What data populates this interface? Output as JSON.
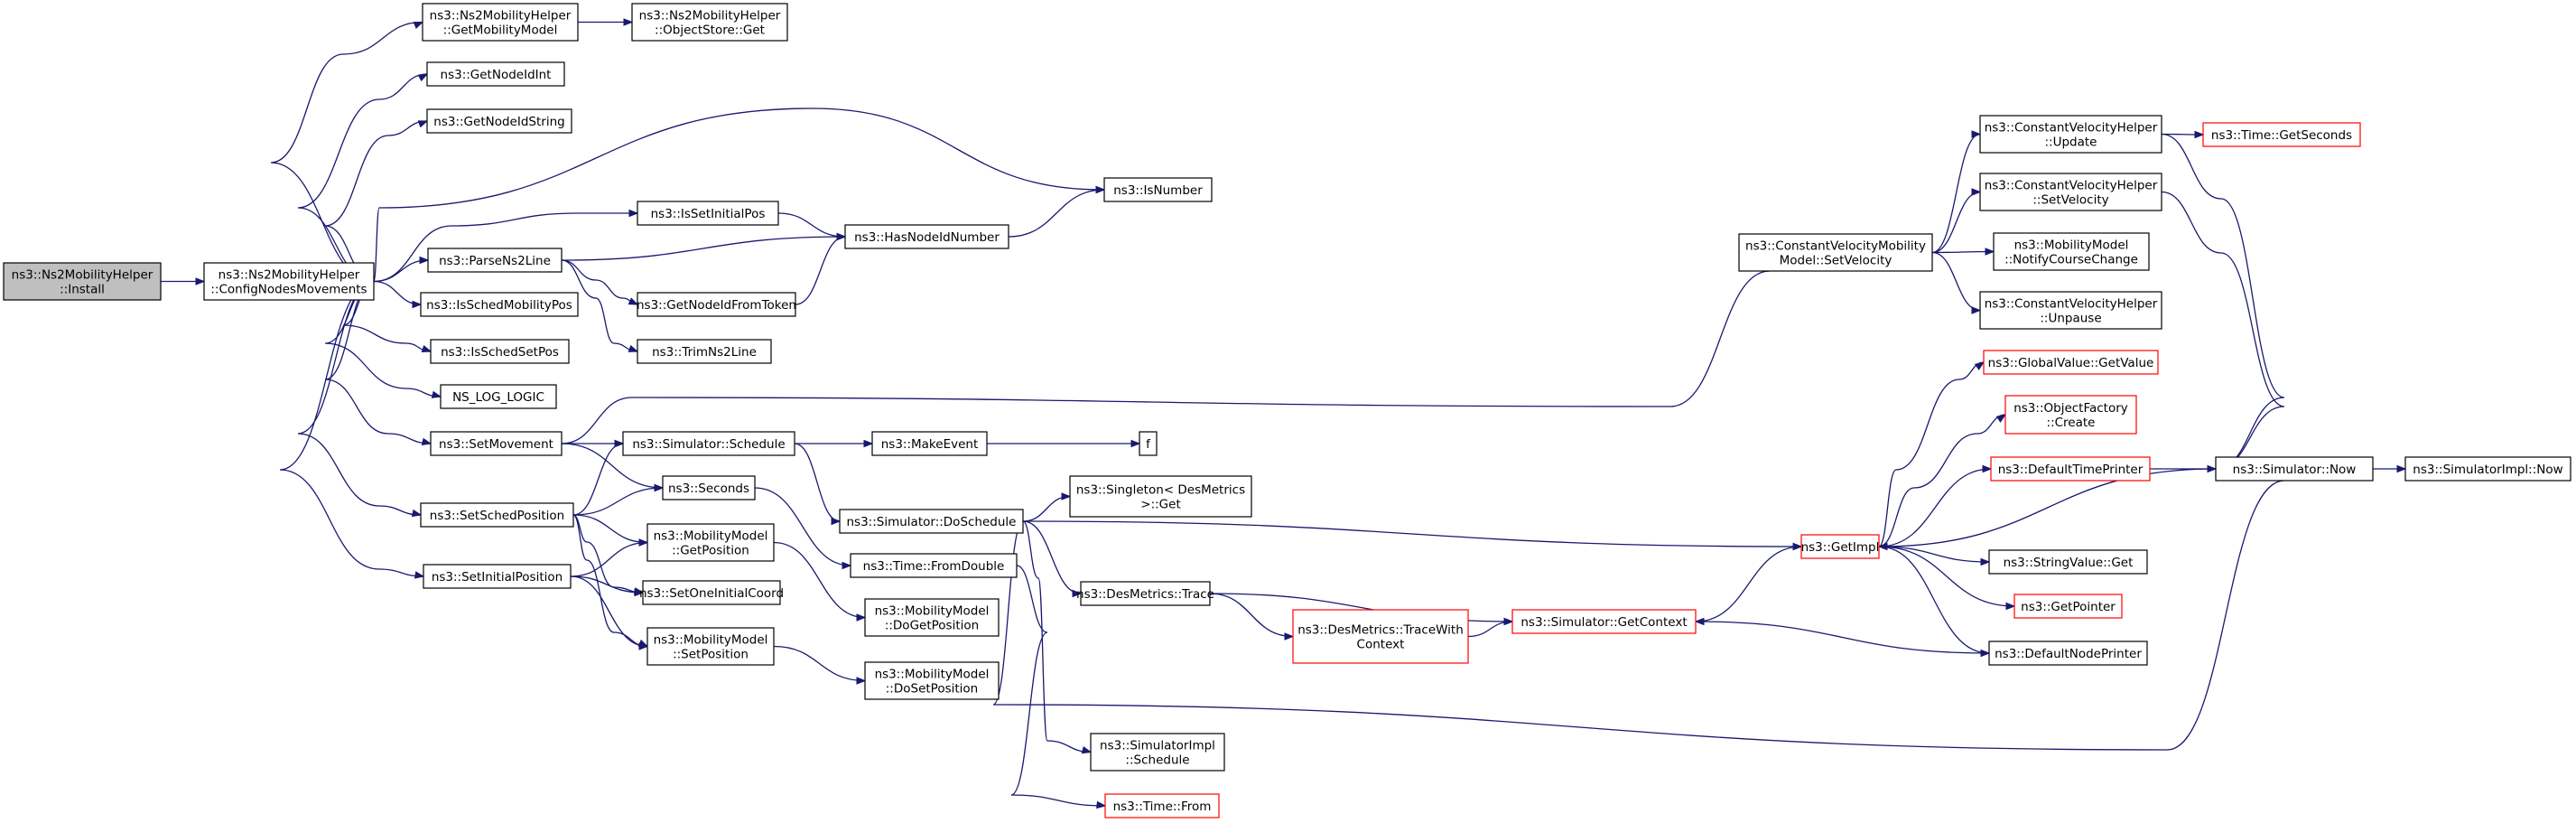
{
  "nodes": [
    {
      "id": "install",
      "lines": [
        "ns3::Ns2MobilityHelper",
        "::Install"
      ],
      "kind": "root"
    },
    {
      "id": "config",
      "lines": [
        "ns3::Ns2MobilityHelper",
        "::ConfigNodesMovements"
      ],
      "kind": "normal"
    },
    {
      "id": "getmob",
      "lines": [
        "ns3::Ns2MobilityHelper",
        "::GetMobilityModel"
      ],
      "kind": "normal"
    },
    {
      "id": "objstore",
      "lines": [
        "ns3::Ns2MobilityHelper",
        "::ObjectStore::Get"
      ],
      "kind": "normal"
    },
    {
      "id": "nodeidint",
      "lines": [
        "ns3::GetNodeIdInt"
      ],
      "kind": "normal"
    },
    {
      "id": "nodeidstr",
      "lines": [
        "ns3::GetNodeIdString"
      ],
      "kind": "normal"
    },
    {
      "id": "isnumber",
      "lines": [
        "ns3::IsNumber"
      ],
      "kind": "normal"
    },
    {
      "id": "issetinit",
      "lines": [
        "ns3::IsSetInitialPos"
      ],
      "kind": "normal"
    },
    {
      "id": "hasnodeid",
      "lines": [
        "ns3::HasNodeIdNumber"
      ],
      "kind": "normal"
    },
    {
      "id": "parse",
      "lines": [
        "ns3::ParseNs2Line"
      ],
      "kind": "normal"
    },
    {
      "id": "getnodetok",
      "lines": [
        "ns3::GetNodeIdFromToken"
      ],
      "kind": "normal"
    },
    {
      "id": "trim",
      "lines": [
        "ns3::TrimNs2Line"
      ],
      "kind": "normal"
    },
    {
      "id": "isschedmob",
      "lines": [
        "ns3::IsSchedMobilityPos"
      ],
      "kind": "normal"
    },
    {
      "id": "isschedset",
      "lines": [
        "ns3::IsSchedSetPos"
      ],
      "kind": "normal"
    },
    {
      "id": "nslog",
      "lines": [
        "NS_LOG_LOGIC"
      ],
      "kind": "normal"
    },
    {
      "id": "setmove",
      "lines": [
        "ns3::SetMovement"
      ],
      "kind": "normal"
    },
    {
      "id": "simsched",
      "lines": [
        "ns3::Simulator::Schedule"
      ],
      "kind": "normal"
    },
    {
      "id": "makeevent",
      "lines": [
        "ns3::MakeEvent"
      ],
      "kind": "normal"
    },
    {
      "id": "f",
      "lines": [
        "f"
      ],
      "kind": "normal"
    },
    {
      "id": "seconds",
      "lines": [
        "ns3::Seconds"
      ],
      "kind": "normal"
    },
    {
      "id": "setsched",
      "lines": [
        "ns3::SetSchedPosition"
      ],
      "kind": "normal"
    },
    {
      "id": "doschedule",
      "lines": [
        "ns3::Simulator::DoSchedule"
      ],
      "kind": "normal"
    },
    {
      "id": "singleton",
      "lines": [
        "ns3::Singleton< DesMetrics",
        ">::Get"
      ],
      "kind": "normal"
    },
    {
      "id": "mmgetpos",
      "lines": [
        "ns3::MobilityModel",
        "::GetPosition"
      ],
      "kind": "normal"
    },
    {
      "id": "fromdouble",
      "lines": [
        "ns3::Time::FromDouble"
      ],
      "kind": "normal"
    },
    {
      "id": "setinitpos",
      "lines": [
        "ns3::SetInitialPosition"
      ],
      "kind": "normal"
    },
    {
      "id": "setone",
      "lines": [
        "ns3::SetOneInitialCoord"
      ],
      "kind": "normal"
    },
    {
      "id": "mmdogetpos",
      "lines": [
        "ns3::MobilityModel",
        "::DoGetPosition"
      ],
      "kind": "normal"
    },
    {
      "id": "mmsetpos",
      "lines": [
        "ns3::MobilityModel",
        "::SetPosition"
      ],
      "kind": "normal"
    },
    {
      "id": "mmdosetpos",
      "lines": [
        "ns3::MobilityModel",
        "::DoSetPosition"
      ],
      "kind": "normal"
    },
    {
      "id": "destrace",
      "lines": [
        "ns3::DesMetrics::Trace"
      ],
      "kind": "normal"
    },
    {
      "id": "tracewith",
      "lines": [
        "ns3::DesMetrics::TraceWith",
        "Context"
      ],
      "kind": "trunc"
    },
    {
      "id": "getcontext",
      "lines": [
        "ns3::Simulator::GetContext"
      ],
      "kind": "trunc"
    },
    {
      "id": "implsched",
      "lines": [
        "ns3::SimulatorImpl",
        "::Schedule"
      ],
      "kind": "normal"
    },
    {
      "id": "timefrom",
      "lines": [
        "ns3::Time::From"
      ],
      "kind": "trunc"
    },
    {
      "id": "cvmsetvel",
      "lines": [
        "ns3::ConstantVelocityMobility",
        "Model::SetVelocity"
      ],
      "kind": "normal"
    },
    {
      "id": "cvhupdate",
      "lines": [
        "ns3::ConstantVelocityHelper",
        "::Update"
      ],
      "kind": "normal"
    },
    {
      "id": "getsecs",
      "lines": [
        "ns3::Time::GetSeconds"
      ],
      "kind": "trunc"
    },
    {
      "id": "cvhsetvel",
      "lines": [
        "ns3::ConstantVelocityHelper",
        "::SetVelocity"
      ],
      "kind": "normal"
    },
    {
      "id": "notify",
      "lines": [
        "ns3::MobilityModel",
        "::NotifyCourseChange"
      ],
      "kind": "normal"
    },
    {
      "id": "unpause",
      "lines": [
        "ns3::ConstantVelocityHelper",
        "::Unpause"
      ],
      "kind": "normal"
    },
    {
      "id": "globalval",
      "lines": [
        "ns3::GlobalValue::GetValue"
      ],
      "kind": "trunc"
    },
    {
      "id": "objfactory",
      "lines": [
        "ns3::ObjectFactory",
        "::Create"
      ],
      "kind": "trunc"
    },
    {
      "id": "deftime",
      "lines": [
        "ns3::DefaultTimePrinter"
      ],
      "kind": "trunc"
    },
    {
      "id": "simnow",
      "lines": [
        "ns3::Simulator::Now"
      ],
      "kind": "normal"
    },
    {
      "id": "implnow",
      "lines": [
        "ns3::SimulatorImpl::Now"
      ],
      "kind": "normal"
    },
    {
      "id": "getimpl",
      "lines": [
        "ns3::GetImpl"
      ],
      "kind": "trunc"
    },
    {
      "id": "strget",
      "lines": [
        "ns3::StringValue::Get"
      ],
      "kind": "normal"
    },
    {
      "id": "getptr",
      "lines": [
        "ns3::GetPointer"
      ],
      "kind": "trunc"
    },
    {
      "id": "defnode",
      "lines": [
        "ns3::DefaultNodePrinter"
      ],
      "kind": "normal"
    }
  ],
  "edges": [
    {
      "from": "install",
      "to": "config"
    },
    {
      "from": "config",
      "to": "getmob"
    },
    {
      "from": "getmob",
      "to": "objstore"
    },
    {
      "from": "config",
      "to": "nodeidint"
    },
    {
      "from": "config",
      "to": "nodeidstr"
    },
    {
      "from": "config",
      "to": "isnumber"
    },
    {
      "from": "config",
      "to": "issetinit"
    },
    {
      "from": "issetinit",
      "to": "hasnodeid"
    },
    {
      "from": "hasnodeid",
      "to": "isnumber"
    },
    {
      "from": "config",
      "to": "parse"
    },
    {
      "from": "parse",
      "to": "hasnodeid"
    },
    {
      "from": "parse",
      "to": "getnodetok"
    },
    {
      "from": "getnodetok",
      "to": "hasnodeid"
    },
    {
      "from": "parse",
      "to": "trim"
    },
    {
      "from": "config",
      "to": "isschedmob"
    },
    {
      "from": "config",
      "to": "isschedset"
    },
    {
      "from": "config",
      "to": "nslog"
    },
    {
      "from": "config",
      "to": "setmove"
    },
    {
      "from": "config",
      "to": "setsched"
    },
    {
      "from": "config",
      "to": "setinitpos"
    },
    {
      "from": "setmove",
      "to": "cvmsetvel"
    },
    {
      "from": "setmove",
      "to": "simsched"
    },
    {
      "from": "setmove",
      "to": "seconds"
    },
    {
      "from": "setsched",
      "to": "simsched"
    },
    {
      "from": "setsched",
      "to": "seconds"
    },
    {
      "from": "setsched",
      "to": "mmgetpos"
    },
    {
      "from": "setsched",
      "to": "setone"
    },
    {
      "from": "setsched",
      "to": "mmsetpos"
    },
    {
      "from": "setinitpos",
      "to": "mmgetpos"
    },
    {
      "from": "setinitpos",
      "to": "setone"
    },
    {
      "from": "setinitpos",
      "to": "mmsetpos"
    },
    {
      "from": "simsched",
      "to": "makeevent"
    },
    {
      "from": "makeevent",
      "to": "f"
    },
    {
      "from": "simsched",
      "to": "doschedule"
    },
    {
      "from": "seconds",
      "to": "fromdouble"
    },
    {
      "from": "mmgetpos",
      "to": "mmdogetpos"
    },
    {
      "from": "mmsetpos",
      "to": "mmdosetpos"
    },
    {
      "from": "fromdouble",
      "to": "timefrom"
    },
    {
      "from": "doschedule",
      "to": "singleton"
    },
    {
      "from": "doschedule",
      "to": "getimpl"
    },
    {
      "from": "doschedule",
      "to": "destrace"
    },
    {
      "from": "doschedule",
      "to": "implsched"
    },
    {
      "from": "doschedule",
      "to": "simnow"
    },
    {
      "from": "destrace",
      "to": "getcontext"
    },
    {
      "from": "destrace",
      "to": "tracewith"
    },
    {
      "from": "tracewith",
      "to": "getcontext"
    },
    {
      "from": "getcontext",
      "to": "getimpl"
    },
    {
      "from": "cvmsetvel",
      "to": "cvhupdate"
    },
    {
      "from": "cvmsetvel",
      "to": "cvhsetvel"
    },
    {
      "from": "cvmsetvel",
      "to": "notify"
    },
    {
      "from": "cvmsetvel",
      "to": "unpause"
    },
    {
      "from": "cvhupdate",
      "to": "getsecs"
    },
    {
      "from": "cvhupdate",
      "to": "simnow"
    },
    {
      "from": "cvhsetvel",
      "to": "simnow"
    },
    {
      "from": "getimpl",
      "to": "globalval"
    },
    {
      "from": "getimpl",
      "to": "objfactory"
    },
    {
      "from": "getimpl",
      "to": "deftime"
    },
    {
      "from": "getimpl",
      "to": "strget"
    },
    {
      "from": "getimpl",
      "to": "getptr"
    },
    {
      "from": "getimpl",
      "to": "defnode"
    },
    {
      "from": "deftime",
      "to": "simnow"
    },
    {
      "from": "simnow",
      "to": "implnow"
    },
    {
      "from": "simnow",
      "to": "getimpl"
    },
    {
      "from": "defnode",
      "to": "getcontext"
    }
  ],
  "colors": {
    "edge": "#191970",
    "truncated_border": "#ff0000",
    "root_fill": "#bfbfbf"
  }
}
